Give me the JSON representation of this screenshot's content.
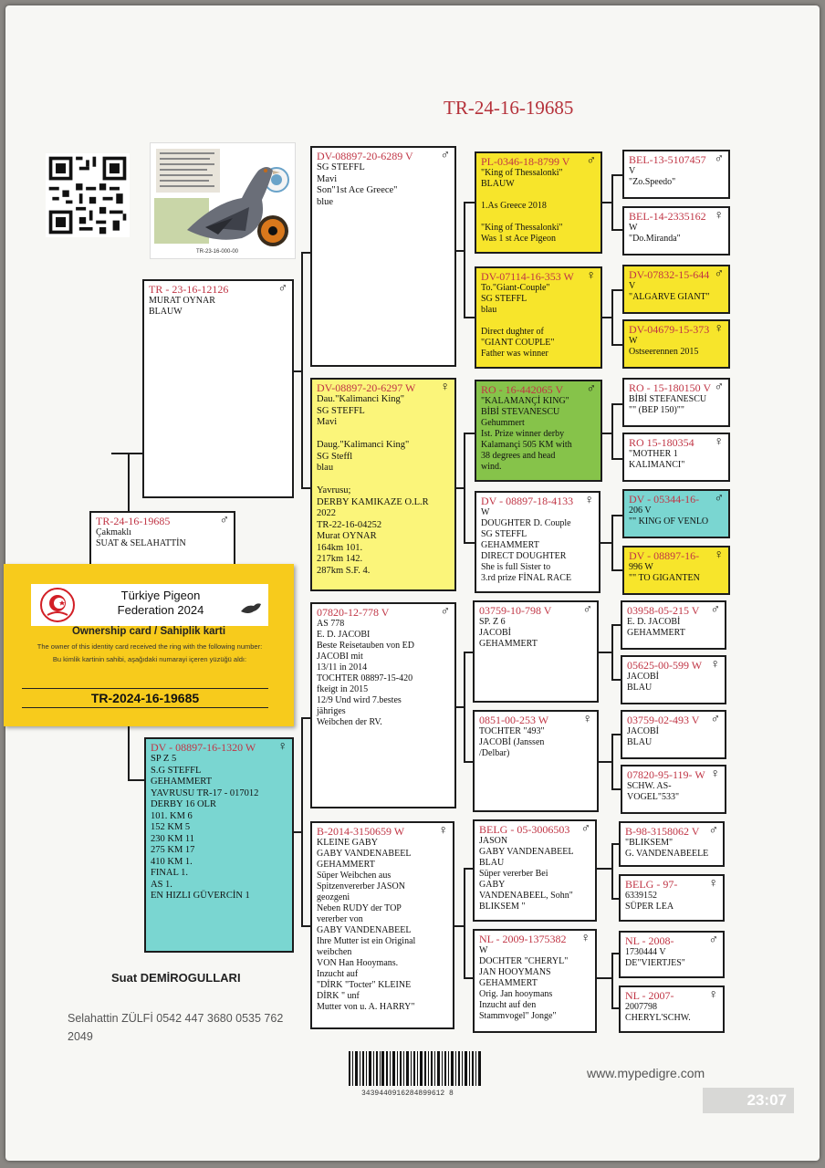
{
  "title": "TR-24-16-19685",
  "photo_caption": "TR-23-16-000-00",
  "boxes": {
    "b0": {
      "rid": "TR-24-16-19685",
      "sex": "♂",
      "text": "Çakmaklı\nSUAT & SELAHATTİN"
    },
    "b1": {
      "rid": "TR - 23-16-12126",
      "sex": "♂",
      "text": "MURAT OYNAR\nBLAUW"
    },
    "b2": {
      "rid": "DV - 08897-16-1320 W",
      "sex": "♀",
      "text": "SP Z 5\nS.G STEFFL\nGEHAMMERT\nYAVRUSU TR-17 - 017012\nDERBY 16 OLR\n101.  KM     6\n152   KM     5\n230   KM    11\n275   KM    17\n410   KM    1.\nFINAL       1.\nAS          1.\nEN HIZLI GÜVERCİN  1"
    },
    "b3": {
      "rid": "DV-08897-20-6289 V",
      "sex": "♂",
      "text": "SG STEFFL\nMavi\nSon\"1st Ace Greece\"\nblue"
    },
    "b4": {
      "rid": "DV-08897-20-6297 W",
      "sex": "♀",
      "text": "Dau.\"Kalimanci King\"\nSG STEFFL\nMavi\n\nDaug.\"Kalimanci King\"\nSG Steffl\nblau\n\nYavrusu;\nDERBY KAMIKAZE O.L.R\n2022\nTR-22-16-04252\nMurat OYNAR\n164km        101.\n217km        142.\n287km S.F.    4."
    },
    "b5": {
      "rid": "07820-12-778 V",
      "sex": "♂",
      "text": "AS  778\nE. D. JACOBI\nBeste Reisetauben von ED\nJACOBI mit\n13/11 in 2014\nTOCHTER 08897-15-420\nfkeigt in 2015\n12/9 Und wird 7.bestes\njähriges\nWeibchen der RV."
    },
    "b6": {
      "rid": "B-2014-3150659 W",
      "sex": "♀",
      "text": "KLEINE GABY\nGABY VANDENABEEL\nGEHAMMERT\nSüper Weibchen aus\nSpitzenvererber JASON\ngeozgeni\nNeben RUDY der TOP\nvererber von\nGABY VANDENABEEL\nIhre Mutter ist ein Original\nweibchen\nVON Han Hooymans.\nInzucht auf\n\"DİRK \"Tocter\" KLEINE\nDİRK \" unf\nMutter von u. A. HARRY\""
    },
    "b7": {
      "rid": "PL-0346-18-8799 V",
      "sex": "♂",
      "text": "\"King of Thessalonki\"\nBLAUW\n\n1.As Greece 2018\n\n\"King of Thessalonki\"\nWas 1 st Ace Pigeon"
    },
    "b8": {
      "rid": "DV-07114-16-353 W",
      "sex": "♀",
      "text": "To.\"Giant-Couple\"\nSG STEFFL\nblau\n\nDirect dughter of\n\"GIANT COUPLE\"\nFather was winner"
    },
    "b9": {
      "rid": "RO - 16-442065 V",
      "sex": "♂",
      "text": "\"KALAMANÇİ KING\"\nBİBİ STEVANESCU\nGehummert\nIst. Prize winner derby\nKalamançi 505 KM with\n38 degrees and head\nwind."
    },
    "b10": {
      "rid": "DV - 08897-18-4133",
      "sex": "♀",
      "text": "W\nDOUGHTER D. Couple\nSG STEFFL\nGEHAMMERT\nDIRECT DOUGHTER\nShe is full Sister to\n3.rd prize FİNAL RACE"
    },
    "b11": {
      "rid": "03759-10-798 V",
      "sex": "♂",
      "text": "SP. Z 6\nJACOBİ\nGEHAMMERT"
    },
    "b12": {
      "rid": "0851-00-253 W",
      "sex": "♀",
      "text": "TOCHTER \"493\"\nJACOBİ (Janssen\n/Delbar)"
    },
    "b13": {
      "rid": "BELG - 05-3006503",
      "sex": "♂",
      "text": "JASON\nGABY VANDENABEEL\nBLAU\nSüper vererber Bei\nGABY\nVANDENABEEL, Sohn\"\nBLIKSEM \""
    },
    "b14": {
      "rid": "NL - 2009-1375382",
      "sex": "♀",
      "text": "W\nDOCHTER \"CHERYL\"\nJAN HOOYMANS\nGEHAMMERT\nOrig. Jan hooymans\nInzucht auf den\nStammvogel\" Jonge\""
    },
    "b15": {
      "rid": "BEL-13-5107457",
      "sex": "♂",
      "text": "V\n\"Zo.Speedo\""
    },
    "b16": {
      "rid": "BEL-14-2335162",
      "sex": "♀",
      "text": "W\n\"Do.Miranda\""
    },
    "b17": {
      "rid": "DV-07832-15-644",
      "sex": "♂",
      "text": "V\n\"ALGARVE GIANT\""
    },
    "b18": {
      "rid": "DV-04679-15-373",
      "sex": "♀",
      "text": "W\nOstseerennen 2015"
    },
    "b19": {
      "rid": "RO - 15-180150 V",
      "sex": "♂",
      "text": "BİBİ STEFANESCU\n\"\" (BEP 150)\"\""
    },
    "b20": {
      "rid": "RO 15-180354",
      "sex": "♀",
      "text": "\"MOTHER 1\nKALIMANCI\""
    },
    "b21": {
      "rid": "DV - 05344-16-",
      "sex": "♂",
      "text": "206 V\n\"\" KING OF VENLO"
    },
    "b22": {
      "rid": "DV - 08897-16-",
      "sex": "♀",
      "text": "996 W\n\"\" TO GIGANTEN"
    },
    "b23": {
      "rid": "03958-05-215 V",
      "sex": "♂",
      "text": "E. D. JACOBİ\nGEHAMMERT"
    },
    "b24": {
      "rid": "05625-00-599 W",
      "sex": "♀",
      "text": "JACOBİ\nBLAU"
    },
    "b25": {
      "rid": "03759-02-493 V",
      "sex": "♂",
      "text": "JACOBİ\nBLAU"
    },
    "b26": {
      "rid": "07820-95-119- W",
      "sex": "♀",
      "text": "SCHW. AS-\nVOGEL\"533\""
    },
    "b27": {
      "rid": "B-98-3158062 V",
      "sex": "♂",
      "text": "\"BLIKSEM\"\nG. VANDENABEELE"
    },
    "b28": {
      "rid": "BELG - 97-",
      "sex": "♀",
      "text": "6339152\nSÜPER LEA"
    },
    "b29": {
      "rid": "NL - 2008-",
      "sex": "♂",
      "text": "1730444 V\nDE\"VIERTJES\""
    },
    "b30": {
      "rid": "NL - 2007-",
      "sex": "♀",
      "text": "2007798\nCHERYL'SCHW."
    }
  },
  "card": {
    "federation": "Türkiye Pigeon\nFederation 2024",
    "title": "Ownership card / Sahiplik karti",
    "desc_en": "The owner of this identity card received the ring with the following number:",
    "desc_tr": "Bu kimlik kartinin sahibi, aşağıdaki numarayi içeren yüzüğü aldı:",
    "ring": "TR-2024-16-19685"
  },
  "owner": "Suat DEMİROGULLARI",
  "contact": "Selahattin ZÜLFİ  0542 447 3680  0535 762 2049",
  "barcode_number": "3439440916284899612 8",
  "website": "www.mypedigre.com",
  "clock": "23:07"
}
